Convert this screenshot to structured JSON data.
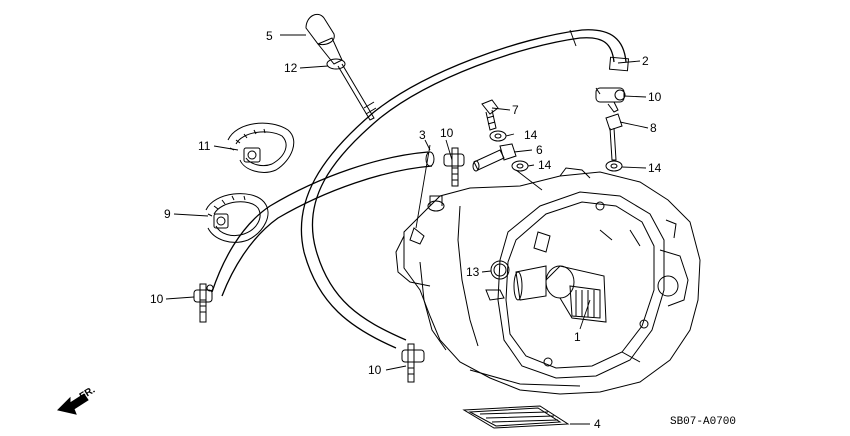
{
  "diagram_code": "SB07-A0700",
  "direction_label": "FR.",
  "callouts": {
    "c1": "1",
    "c2": "2",
    "c3": "3",
    "c4": "4",
    "c5": "5",
    "c6": "6",
    "c7": "7",
    "c8": "8",
    "c9": "9",
    "c10a": "10",
    "c10b": "10",
    "c10c": "10",
    "c10d": "10",
    "c11": "11",
    "c12": "12",
    "c13": "13",
    "c14a": "14",
    "c14b": "14",
    "c14c": "14"
  }
}
